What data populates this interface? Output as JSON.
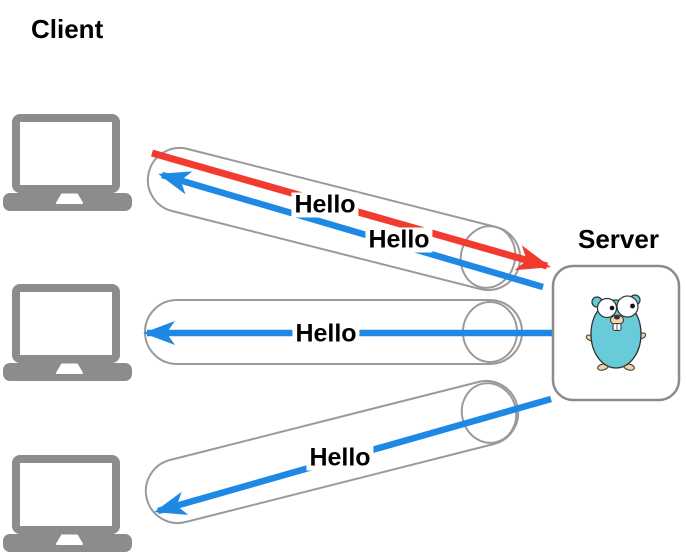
{
  "diagram": {
    "client_label": "Client",
    "server_label": "Server",
    "messages": {
      "top_request": "Hello",
      "top_response": "Hello",
      "middle_response": "Hello",
      "bottom_response": "Hello"
    },
    "colors": {
      "request_arrow_red": "#F23B2F",
      "response_arrow_blue": "#1E88E5",
      "device_gray": "#8C8C8C",
      "pipe_outline_gray": "#9A9A9A",
      "server_box_gray": "#8C8C8C",
      "gopher_teal": "#67CBDA",
      "gopher_beige": "#F6D2A2"
    }
  }
}
